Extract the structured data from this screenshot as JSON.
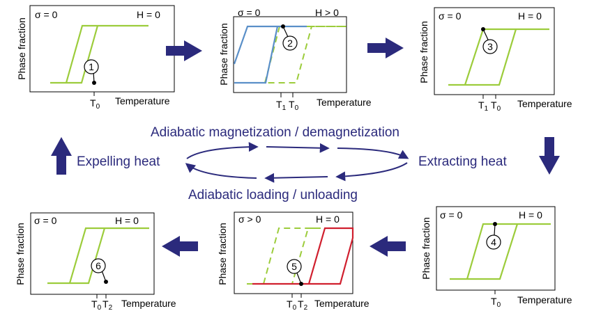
{
  "panels": [
    {
      "left_label": "σ = 0",
      "right_label": "H = 0",
      "marker": "1",
      "y_axis": "Phase fraction",
      "x_axis": "Temperature",
      "ticks": [
        {
          "main": "T",
          "sub": "0"
        }
      ]
    },
    {
      "left_label": "σ = 0",
      "right_label": "H > 0",
      "marker": "2",
      "y_axis": "Phase fraction",
      "x_axis": "Temperature",
      "ticks": [
        {
          "main": "T",
          "sub": "1"
        },
        {
          "main": "T",
          "sub": "0"
        }
      ]
    },
    {
      "left_label": "σ = 0",
      "right_label": "H = 0",
      "marker": "3",
      "y_axis": "Phase fraction",
      "x_axis": "Temperature",
      "ticks": [
        {
          "main": "T",
          "sub": "1"
        },
        {
          "main": "T",
          "sub": "0"
        }
      ]
    },
    {
      "left_label": "σ = 0",
      "right_label": "H = 0",
      "marker": "4",
      "y_axis": "Phase fraction",
      "x_axis": "Temperature",
      "ticks": [
        {
          "main": "T",
          "sub": "0"
        }
      ]
    },
    {
      "left_label": "σ > 0",
      "right_label": "H = 0",
      "marker": "5",
      "y_axis": "Phase fraction",
      "x_axis": "Temperature",
      "ticks": [
        {
          "main": "T",
          "sub": "0"
        },
        {
          "main": "T",
          "sub": "2"
        }
      ]
    },
    {
      "left_label": "σ = 0",
      "right_label": "H = 0",
      "marker": "6",
      "y_axis": "Phase fraction",
      "x_axis": "Temperature",
      "ticks": [
        {
          "main": "T",
          "sub": "0"
        },
        {
          "main": "T",
          "sub": "2"
        }
      ]
    }
  ],
  "cycle": {
    "top": "Adiabatic magnetization  / demagnetization",
    "bottom": "Adiabatic loading / unloading",
    "left": "Expelling heat",
    "right": "Extracting heat"
  },
  "colors": {
    "green": "#9ccc3b",
    "blue": "#5a8fc8",
    "red": "#d01f2e",
    "arrow": "#2b2a7c"
  }
}
